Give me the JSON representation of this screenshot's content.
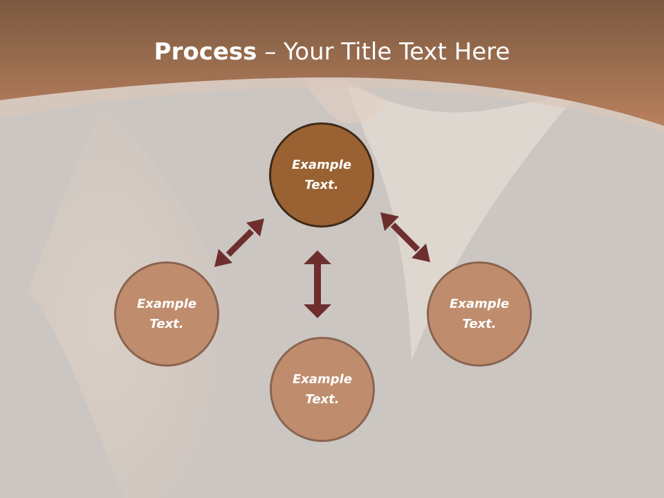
{
  "title": {
    "bold": "Process",
    "separator": " – ",
    "rest": "Your Title Text Here"
  },
  "colors": {
    "header": "#b07a5a",
    "background": "#cbc6c2",
    "main_circle": "#9a6232",
    "sub_circle": "#bf8d6d",
    "arrow": "#6e2e2e"
  },
  "nodes": [
    {
      "id": "top",
      "label": "Example Text."
    },
    {
      "id": "left",
      "label": "Example Text."
    },
    {
      "id": "bottom",
      "label": "Example Text."
    },
    {
      "id": "right",
      "label": "Example Text."
    }
  ]
}
